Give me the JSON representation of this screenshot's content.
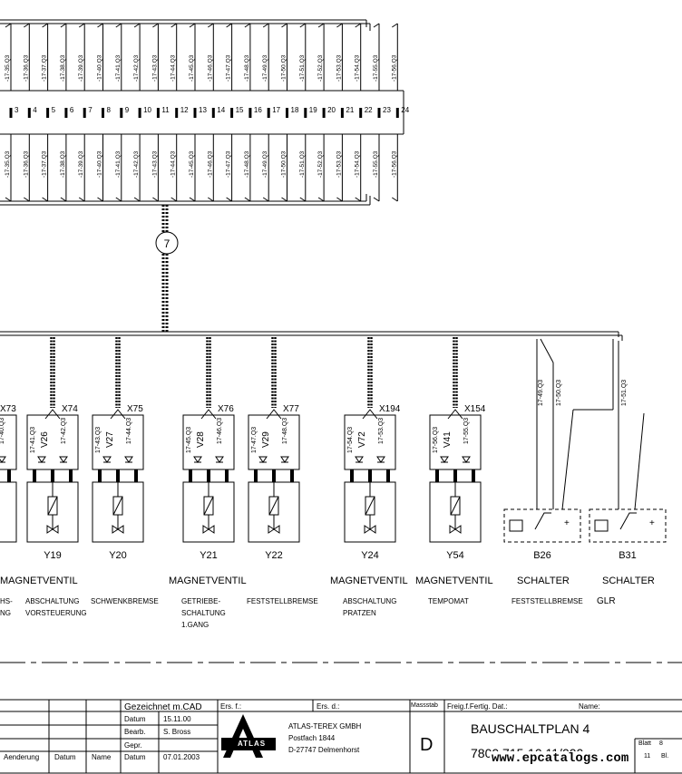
{
  "top_wires": [
    {
      "label": "-17-35.Q3",
      "num": "3"
    },
    {
      "label": "-17-36.Q3",
      "num": "4"
    },
    {
      "label": "-17-37.Q3",
      "num": "5"
    },
    {
      "label": "-17-38.Q3",
      "num": "6"
    },
    {
      "label": "-17-39.Q3",
      "num": "7"
    },
    {
      "label": "-17-40.Q3",
      "num": "8"
    },
    {
      "label": "-17-41.Q3",
      "num": "9"
    },
    {
      "label": "-17-42.Q3",
      "num": "10"
    },
    {
      "label": "-17-43.Q3",
      "num": "11"
    },
    {
      "label": "-17-44.Q3",
      "num": "12"
    },
    {
      "label": "-17-45.Q3",
      "num": "13"
    },
    {
      "label": "-17-46.Q3",
      "num": "14"
    },
    {
      "label": "-17-47.Q3",
      "num": "15"
    },
    {
      "label": "-17-48.Q3",
      "num": "16"
    },
    {
      "label": "-17-49.Q3",
      "num": "17"
    },
    {
      "label": "-17-50.Q3",
      "num": "18"
    },
    {
      "label": "-17-51.Q3",
      "num": "19"
    },
    {
      "label": "-17-52.Q3",
      "num": "20"
    },
    {
      "label": "-17-53.Q3",
      "num": "21"
    },
    {
      "label": "-17-54.Q3",
      "num": "22"
    },
    {
      "label": "-17-55.Q3",
      "num": "23"
    },
    {
      "label": "-17-56.Q3",
      "num": "24"
    }
  ],
  "cable_label": "7",
  "valves": [
    {
      "x": "X73",
      "vd": "",
      "l1": "17-40.Q3",
      "l2": "",
      "code": "",
      "type": "MAGNETVENTIL",
      "desc": [
        "HS-",
        "NG"
      ]
    },
    {
      "x": "X74",
      "vd": "V26",
      "l1": "17-42.Q3",
      "l2": "17-41.Q3",
      "code": "Y19",
      "type": "",
      "desc": [
        "ABSCHALTUNG",
        "VORSTEUERUNG"
      ]
    },
    {
      "x": "X75",
      "vd": "V27",
      "l1": "17-44.Q3",
      "l2": "17-43.Q3",
      "code": "Y20",
      "type": "",
      "desc": [
        "SCHWENKBREMSE"
      ]
    },
    {
      "x": "X76",
      "vd": "V28",
      "l1": "17-46.Q3",
      "l2": "17-45.Q3",
      "code": "Y21",
      "type": "MAGNETVENTIL",
      "desc": [
        "GETRIEBE-",
        "SCHALTUNG",
        "1.GANG"
      ]
    },
    {
      "x": "X77",
      "vd": "V29",
      "l1": "17-48.Q3",
      "l2": "17-47.Q3",
      "code": "Y22",
      "type": "",
      "desc": [
        "FESTSTELLBREMSE"
      ]
    },
    {
      "x": "X194",
      "vd": "V72",
      "l1": "17-53.Q3",
      "l2": "17-54.Q3",
      "code": "Y24",
      "type": "MAGNETVENTIL",
      "desc": [
        "ABSCHALTUNG",
        "PRATZEN"
      ]
    },
    {
      "x": "X154",
      "vd": "V41",
      "l1": "17-55.Q3",
      "l2": "17-56.Q3",
      "code": "Y54",
      "type": "MAGNETVENTIL",
      "desc": [
        "TEMPOMAT"
      ]
    }
  ],
  "switches": [
    {
      "code": "B26",
      "type": "SCHALTER",
      "desc": "FESTSTELLBREMSE",
      "wires": [
        "17-49.Q3",
        "17-50.Q3"
      ]
    },
    {
      "code": "B31",
      "type": "SCHALTER",
      "desc": "GLR",
      "wires": [
        "17-51.Q3"
      ]
    }
  ],
  "title_block": {
    "drawn": "Gezeichnet m.CAD",
    "ers_f": "Ers. f.:",
    "ers_d": "Ers. d.:",
    "massstab": "Massstab",
    "freig": "Freig.f.Fertig. Dat.:",
    "name_lbl": "Name:",
    "datum_lbl": "Datum",
    "datum_val": "15.11.00",
    "bearb_lbl": "Bearb.",
    "bearb_val": "S. Bross",
    "gepr_lbl": "Gepr.",
    "datum2_lbl": "Datum",
    "datum2_val": "07.01.2003",
    "aend": "Aenderung",
    "datum3": "Datum",
    "name3": "Name",
    "logo": "ATLAS",
    "company": [
      "ATLAS-TEREX GMBH",
      "Postfach 1844",
      "D-27747 Delmenhorst"
    ],
    "scale_val": "D",
    "doc_title": "BAUSCHALTPLAN 4",
    "doc_no": "7800.715-10.11/000",
    "blatt_lbl": "Blatt",
    "blatt_val": "8",
    "bl_lbl": "Bl.",
    "bl_val": "11"
  },
  "watermark": "www.epcatalogs.com"
}
